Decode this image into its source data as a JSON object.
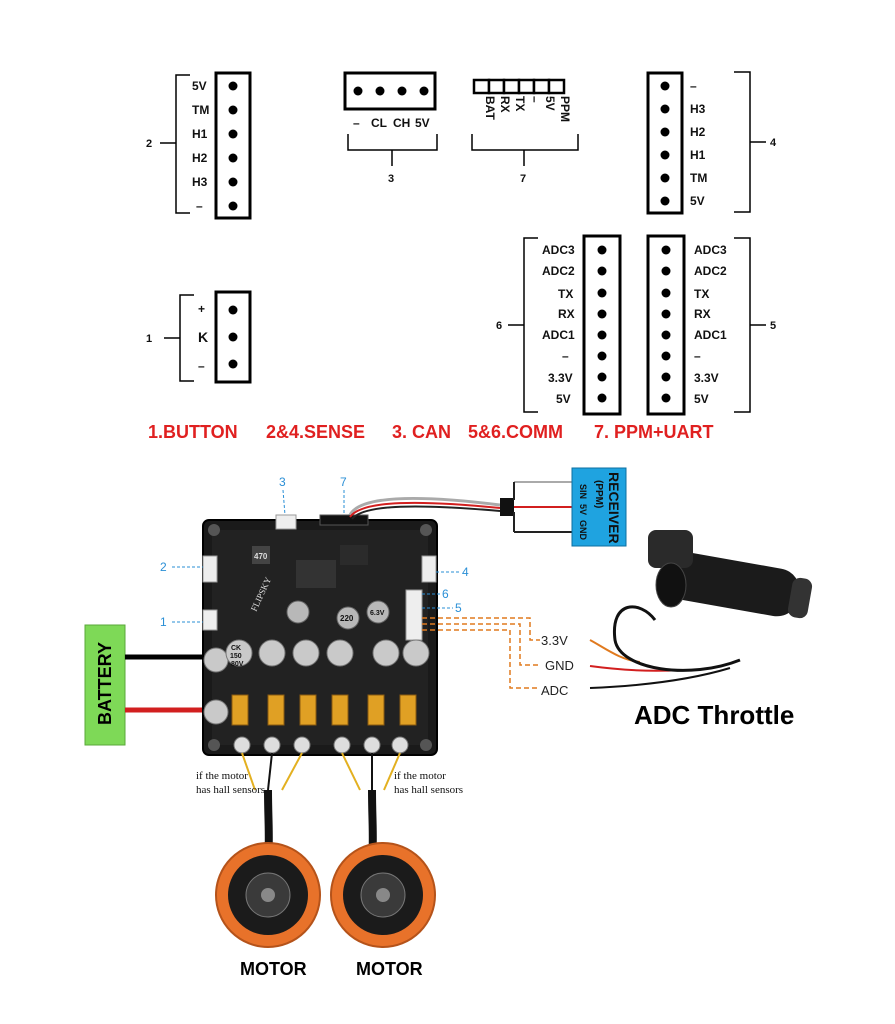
{
  "connectors": {
    "c2": {
      "number": "2",
      "pins": [
        "5V",
        "TM",
        "H1",
        "H2",
        "H3",
        "–"
      ]
    },
    "c3": {
      "number": "3",
      "pins": [
        "–",
        "CL",
        "CH",
        "5V"
      ]
    },
    "c7": {
      "number": "7",
      "pins": [
        "BAT",
        "RX",
        "TX",
        "–",
        "5V",
        "PPM"
      ]
    },
    "c4": {
      "number": "4",
      "pins": [
        "–",
        "H3",
        "H2",
        "H1",
        "TM",
        "5V"
      ]
    },
    "c1": {
      "number": "1",
      "pins": [
        "+",
        "K",
        "–"
      ]
    },
    "c6": {
      "number": "6",
      "pins": [
        "ADC3",
        "ADC2",
        "TX",
        "RX",
        "ADC1",
        "–",
        "3.3V",
        "5V"
      ]
    },
    "c5": {
      "number": "5",
      "pins": [
        "ADC3",
        "ADC2",
        "TX",
        "RX",
        "ADC1",
        "–",
        "3.3V",
        "5V"
      ]
    }
  },
  "legend": [
    "1.BUTTON",
    "2&4.SENSE",
    "3. CAN",
    "5&6.COMM",
    "7. PPM+UART"
  ],
  "board_callouts": [
    "1",
    "2",
    "3",
    "4",
    "5",
    "6",
    "7"
  ],
  "battery_label": "BATTERY",
  "receiver": {
    "title": "RECEIVER",
    "subtitle": "(PPM)",
    "pins": [
      "SIN",
      "5V",
      "GND"
    ]
  },
  "adc_wires": [
    "3.3V",
    "GND",
    "ADC"
  ],
  "throttle_label": "ADC Throttle",
  "hall_note": [
    "if the motor",
    "has hall sensors"
  ],
  "motor_label": "MOTOR",
  "board_marks": {
    "brand": "FLIPSKY",
    "caps": [
      "CK",
      "150",
      "80V"
    ],
    "small_caps": [
      "220",
      "6.3V"
    ],
    "coil": "470"
  },
  "colors": {
    "legend_red": "#e02020",
    "battery_green": "#7ed957",
    "receiver_blue": "#1fa3e0",
    "callout_blue": "#2a8fd6",
    "wire_orange": "#e07a1f",
    "motor_orange": "#e8722a"
  }
}
